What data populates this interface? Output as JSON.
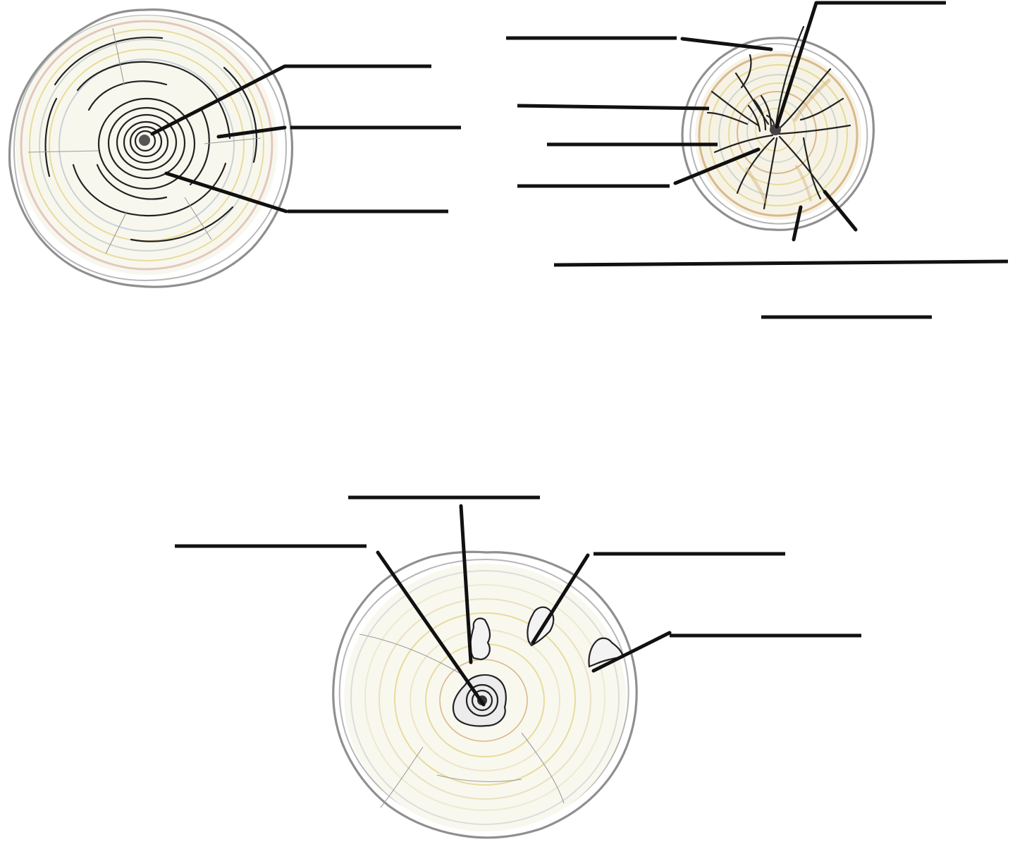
{
  "diagram": {
    "panels": [
      {
        "id": "healthy-log",
        "blank_labels": [
          "",
          "",
          ""
        ]
      },
      {
        "id": "dried-log-with-checks",
        "blank_labels": [
          "",
          "",
          "",
          "",
          "",
          "",
          "",
          ""
        ]
      },
      {
        "id": "log-with-decay-pockets",
        "blank_labels": [
          "",
          "",
          "",
          ""
        ]
      }
    ]
  },
  "colors": {
    "leader_lines": "#111111",
    "bark_outline": "#8f8f8f",
    "pith": "#555555",
    "dark_rings": "#222222",
    "sapwood_tint": "#f3f0dc",
    "ring_yellow": "#e7dc9c",
    "ring_tan": "#d9b98a",
    "ring_pink": "#e3c7bd"
  }
}
